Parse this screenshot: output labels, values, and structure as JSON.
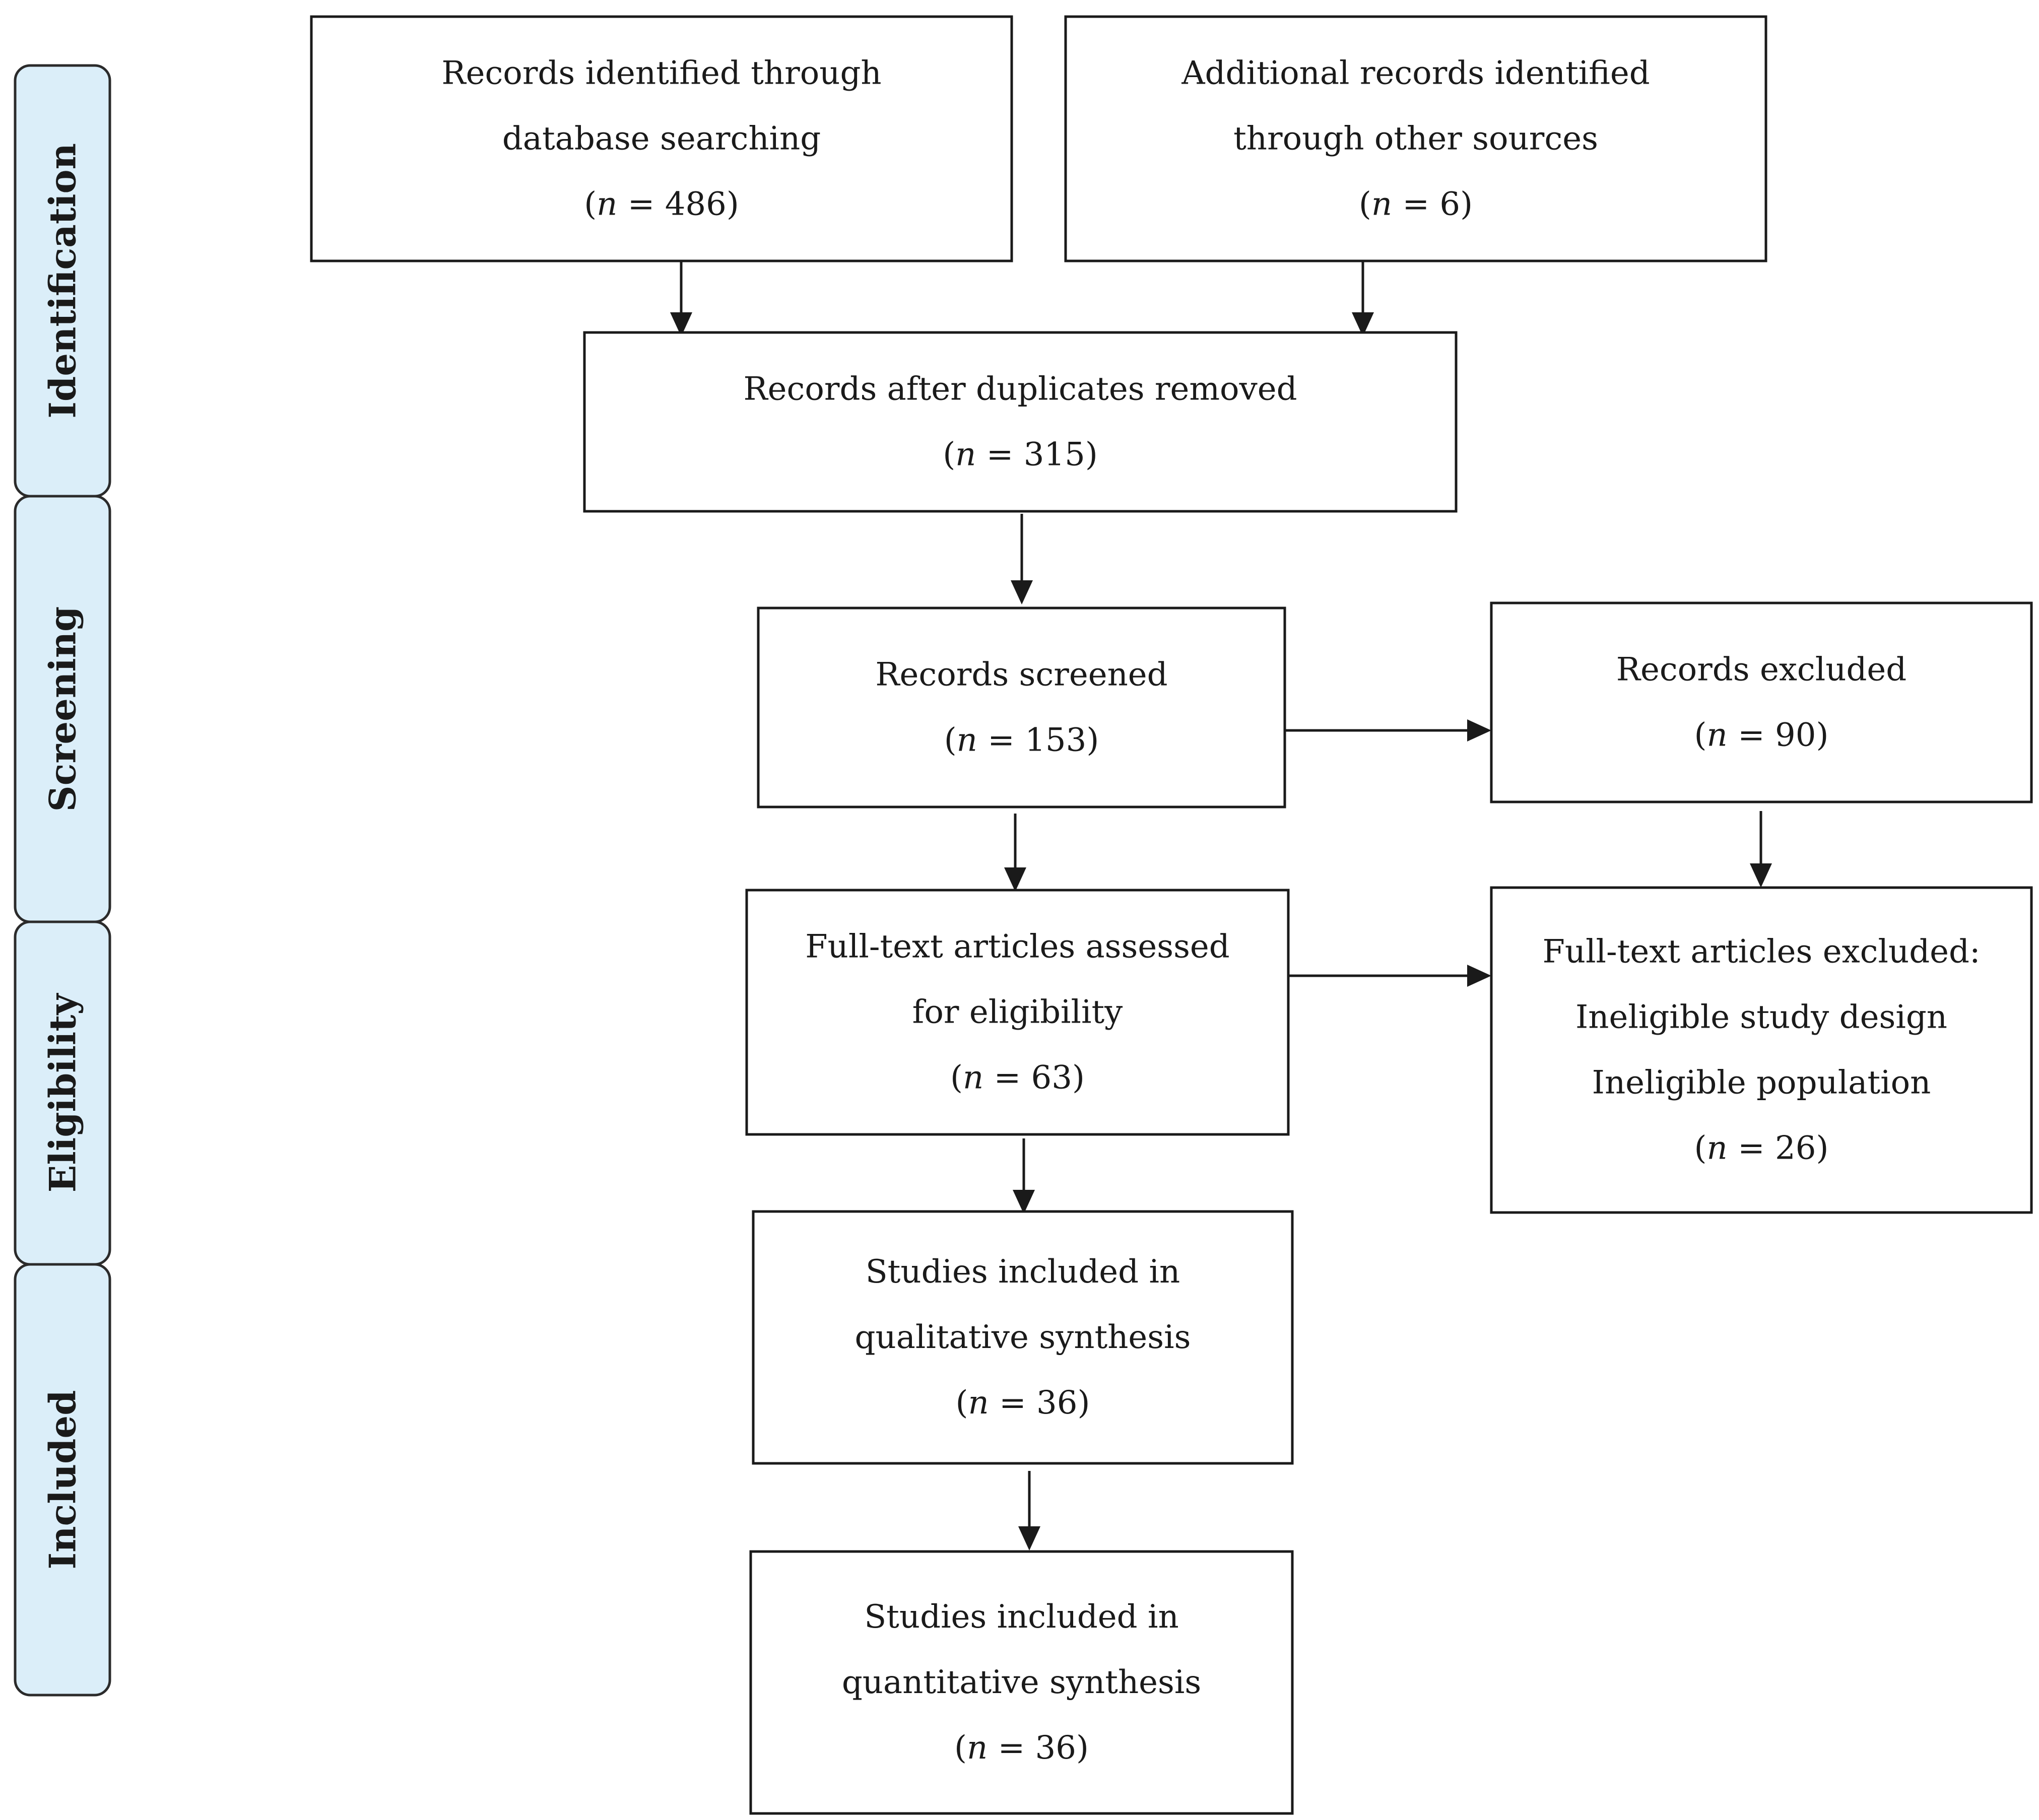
{
  "phases": [
    {
      "id": "identification",
      "label": "Identification"
    },
    {
      "id": "screening",
      "label": "Screening"
    },
    {
      "id": "eligibility",
      "label": "Eligibility"
    },
    {
      "id": "included",
      "label": "Included"
    }
  ],
  "nodes": {
    "database_records": {
      "lines": [
        "Records identified through",
        "database searching"
      ],
      "n": "486"
    },
    "other_records": {
      "lines": [
        "Additional records identified",
        "through other sources"
      ],
      "n": "6"
    },
    "after_duplicates": {
      "lines": [
        "Records after duplicates removed"
      ],
      "n": "315"
    },
    "screened": {
      "lines": [
        "Records screened"
      ],
      "n": "153"
    },
    "excluded": {
      "lines": [
        "Records excluded"
      ],
      "n": "90"
    },
    "fulltext_assessed": {
      "lines": [
        "Full-text articles assessed",
        "for eligibility"
      ],
      "n": "63"
    },
    "fulltext_excluded": {
      "lines": [
        "Full-text articles excluded:",
        "Ineligible study design",
        "Ineligible population"
      ],
      "n": "26"
    },
    "qualitative": {
      "lines": [
        "Studies included in",
        "qualitative synthesis"
      ],
      "n": "36"
    },
    "quantitative": {
      "lines": [
        "Studies included in",
        "quantitative synthesis"
      ],
      "n": "36"
    }
  },
  "n_symbol": "n",
  "n_prefix": "(",
  "n_equals": " = ",
  "n_suffix": ")"
}
